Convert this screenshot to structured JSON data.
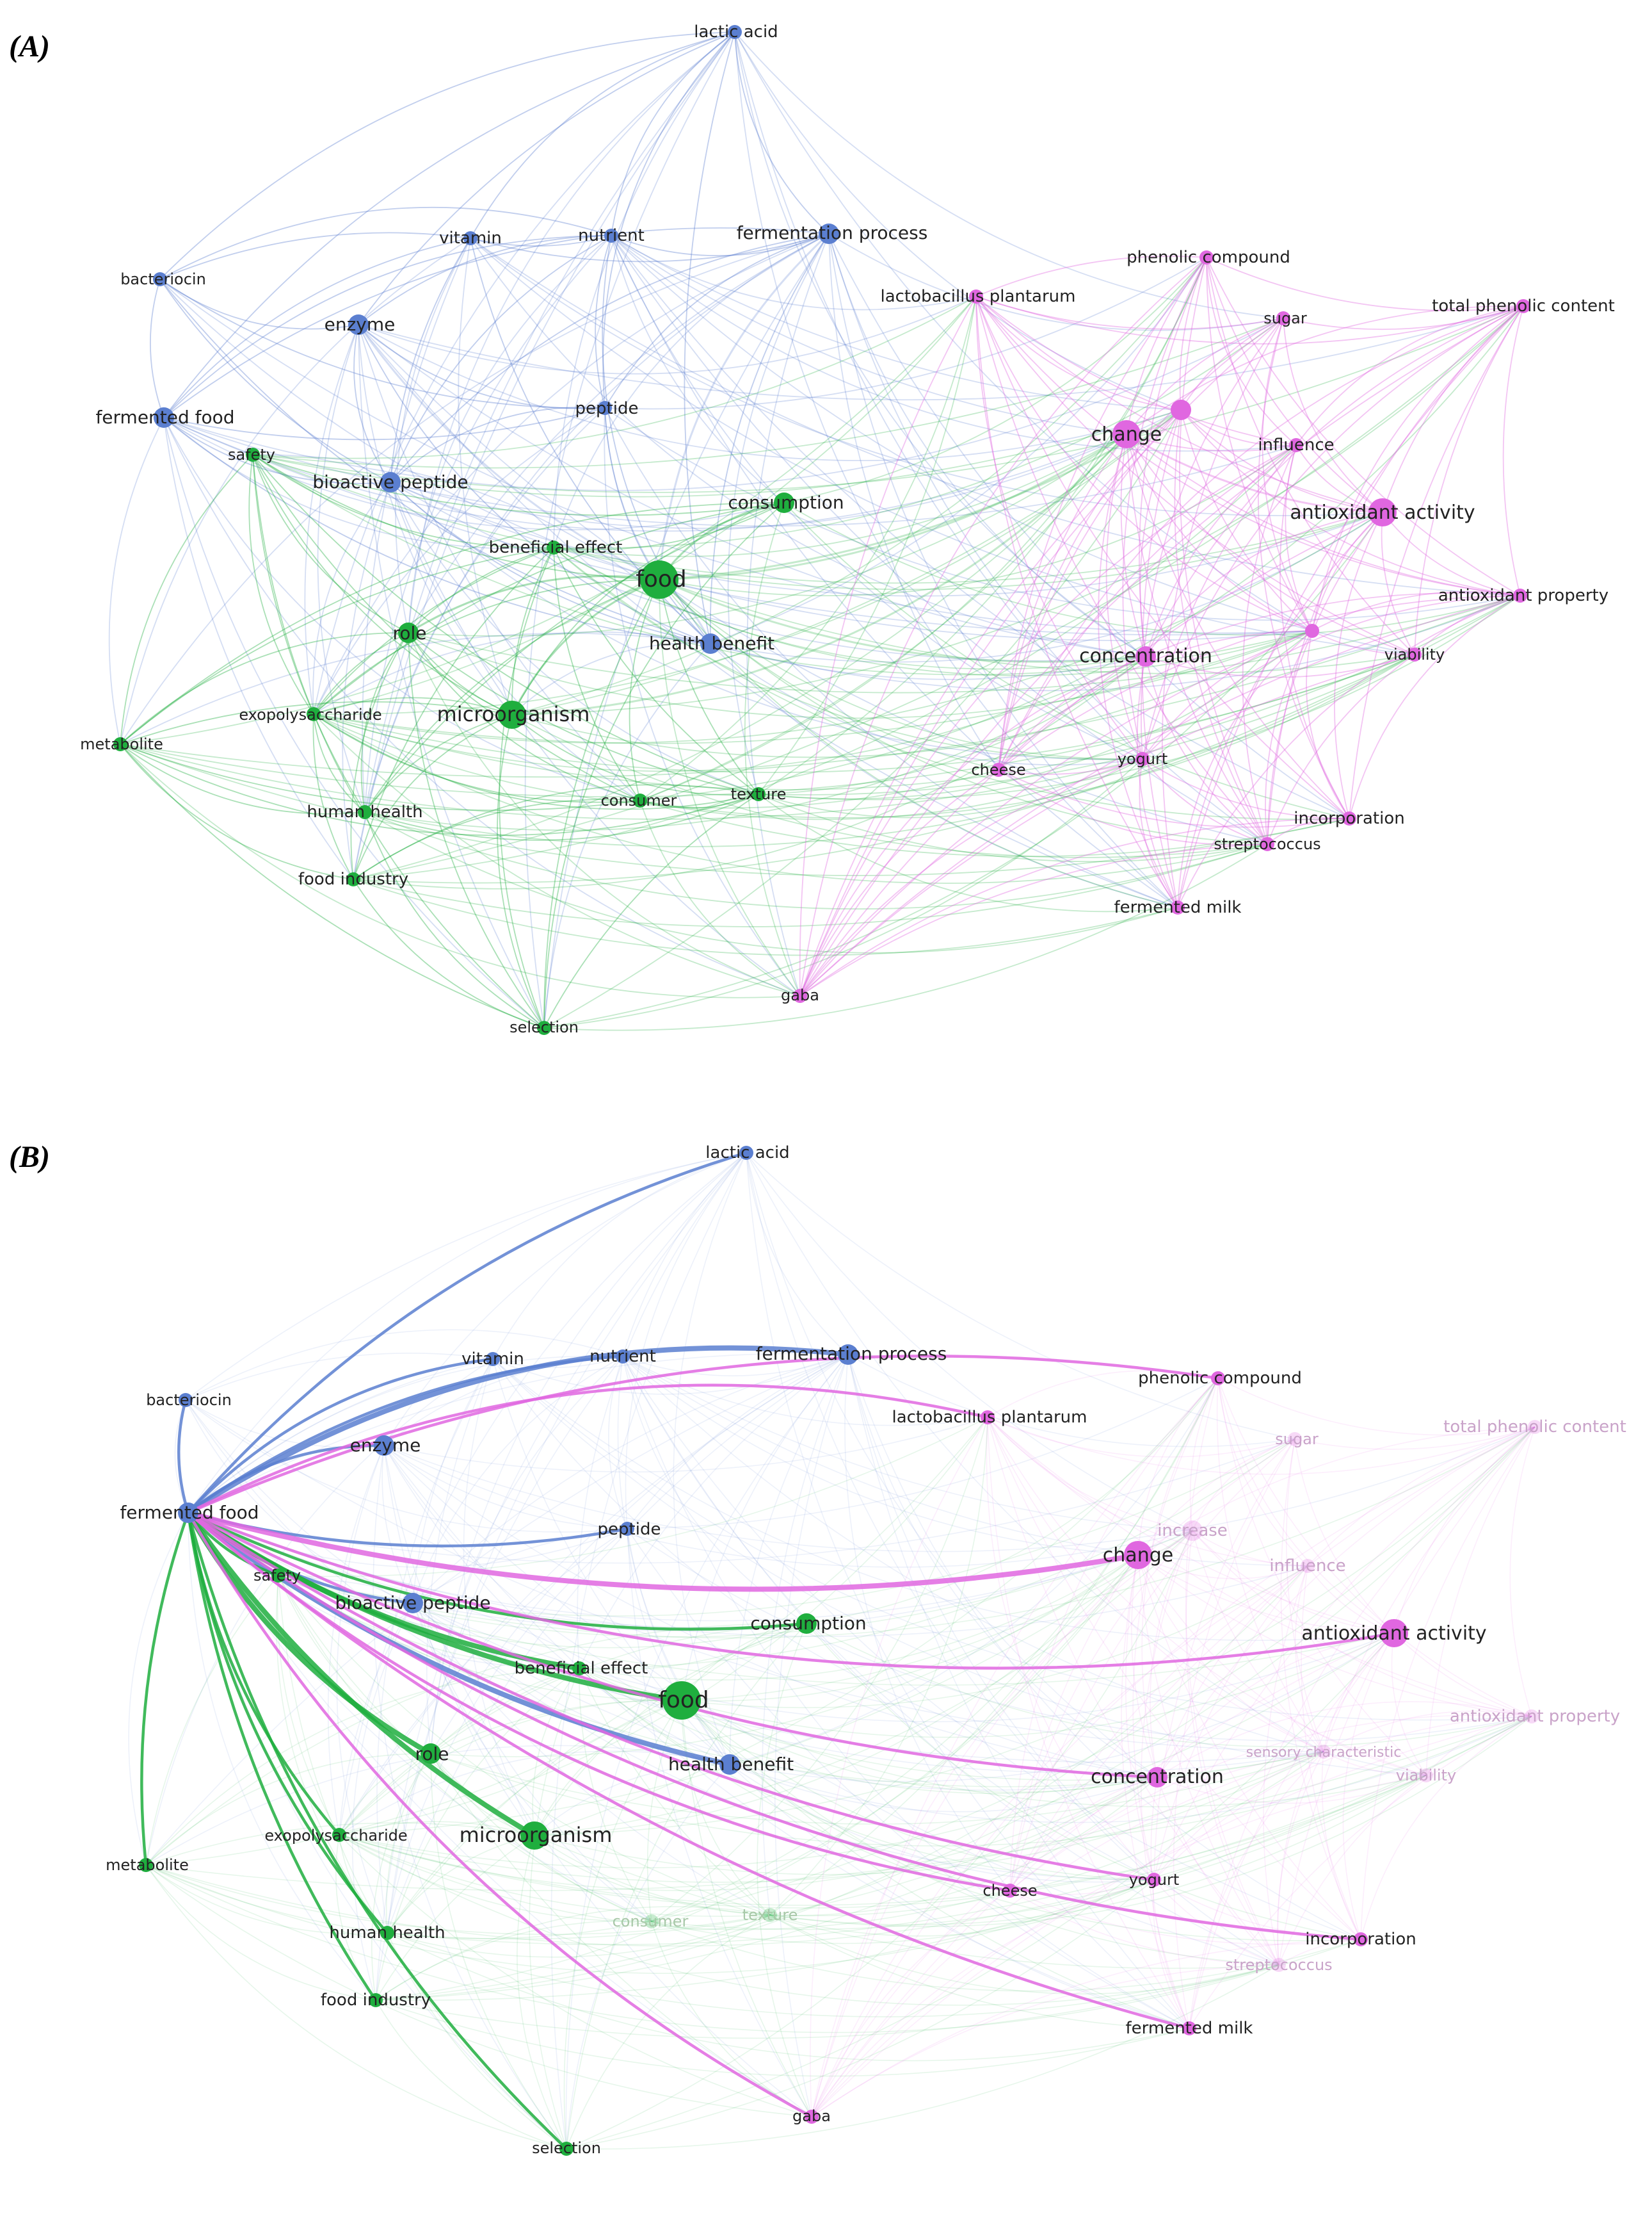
{
  "panels": [
    {
      "label": "(A)",
      "mode": "full",
      "focus": null,
      "clusters": {
        "blue": "#5b7fd0",
        "green": "#1fae3e",
        "pink": "#e067e0"
      },
      "nodes": [
        {
          "id": "lactic acid",
          "cluster": "blue",
          "size": 1
        },
        {
          "id": "vitamin",
          "cluster": "blue",
          "size": 1
        },
        {
          "id": "nutrient",
          "cluster": "blue",
          "size": 1
        },
        {
          "id": "fermentation process",
          "cluster": "blue",
          "size": 2
        },
        {
          "id": "bacteriocin",
          "cluster": "blue",
          "size": 1
        },
        {
          "id": "enzyme",
          "cluster": "blue",
          "size": 2
        },
        {
          "id": "fermented food",
          "cluster": "blue",
          "size": 2
        },
        {
          "id": "peptide",
          "cluster": "blue",
          "size": 1
        },
        {
          "id": "bioactive peptide",
          "cluster": "blue",
          "size": 2
        },
        {
          "id": "health benefit",
          "cluster": "blue",
          "size": 2
        },
        {
          "id": "safety",
          "cluster": "green",
          "size": 1
        },
        {
          "id": "beneficial effect",
          "cluster": "green",
          "size": 1
        },
        {
          "id": "consumption",
          "cluster": "green",
          "size": 2
        },
        {
          "id": "food",
          "cluster": "green",
          "size": 4
        },
        {
          "id": "role",
          "cluster": "green",
          "size": 2
        },
        {
          "id": "microorganism",
          "cluster": "green",
          "size": 3
        },
        {
          "id": "exopolysaccharide",
          "cluster": "green",
          "size": 1
        },
        {
          "id": "metabolite",
          "cluster": "green",
          "size": 1
        },
        {
          "id": "human health",
          "cluster": "green",
          "size": 1
        },
        {
          "id": "consumer",
          "cluster": "green",
          "size": 1
        },
        {
          "id": "texture",
          "cluster": "green",
          "size": 1
        },
        {
          "id": "food industry",
          "cluster": "green",
          "size": 1
        },
        {
          "id": "selection",
          "cluster": "green",
          "size": 1
        },
        {
          "id": "phenolic compound",
          "cluster": "pink",
          "size": 1
        },
        {
          "id": "lactobacillus plantarum",
          "cluster": "pink",
          "size": 1
        },
        {
          "id": "sugar",
          "cluster": "pink",
          "size": 1
        },
        {
          "id": "total phenolic content",
          "cluster": "pink",
          "size": 1
        },
        {
          "id": "change",
          "cluster": "pink",
          "size": 3
        },
        {
          "id": "increase",
          "cluster": "pink",
          "size": 2
        },
        {
          "id": "influence",
          "cluster": "pink",
          "size": 1
        },
        {
          "id": "antioxidant activity",
          "cluster": "pink",
          "size": 3
        },
        {
          "id": "antioxidant property",
          "cluster": "pink",
          "size": 1
        },
        {
          "id": "sensory characteristic",
          "cluster": "pink",
          "size": 1
        },
        {
          "id": "concentration",
          "cluster": "pink",
          "size": 2
        },
        {
          "id": "viability",
          "cluster": "pink",
          "size": 1
        },
        {
          "id": "cheese",
          "cluster": "pink",
          "size": 1
        },
        {
          "id": "yogurt",
          "cluster": "pink",
          "size": 1
        },
        {
          "id": "incorporation",
          "cluster": "pink",
          "size": 1
        },
        {
          "id": "streptococcus",
          "cluster": "pink",
          "size": 1
        },
        {
          "id": "fermented milk",
          "cluster": "pink",
          "size": 1
        },
        {
          "id": "gaba",
          "cluster": "pink",
          "size": 1
        }
      ],
      "labels": {
        "lactic acid": "lactic acid",
        "vitamin": "vitamin",
        "nutrient": "nutrient",
        "fermentation process": "fermentation process",
        "bacteriocin": "bacteriocin",
        "enzyme": "enzyme",
        "fermented food": "fermented food",
        "peptide": "peptide",
        "bioactive peptide": "bioactive peptide",
        "health benefit": "health benefit",
        "safety": "safety",
        "beneficial effect": "beneficial effect",
        "consumption": "consumption",
        "food": "food",
        "role": "role",
        "microorganism": "microorganism",
        "exopolysaccharide": "exopolysaccharide",
        "metabolite": "metabolite",
        "human health": "human health",
        "consumer": "consumer",
        "texture": "texture",
        "food industry": "food industry",
        "selection": "selection",
        "phenolic compound": "phenolic compound",
        "lactobacillus plantarum": "lactobacillus plantarum",
        "sugar": "sugar",
        "total phenolic content": "total phenolic content",
        "change": "change",
        "influence": "influence",
        "antioxidant activity": "antioxidant activity",
        "antioxidant property": "antioxidant property",
        "concentration": "concentration",
        "viability": "viability",
        "cheese": "cheese",
        "yogurt": "yogurt",
        "incorporation": "incorporation",
        "streptococcus": "streptococcus",
        "fermented milk": "fermented milk",
        "gaba": "gaba"
      }
    },
    {
      "label": "(B)",
      "mode": "focus",
      "focus": "fermented food",
      "labels": {
        "lactic acid": "lactic acid",
        "vitamin": "vitamin",
        "nutrient": "nutrient",
        "fermentation process": "fermentation process",
        "bacteriocin": "bacteriocin",
        "enzyme": "enzyme",
        "fermented food": "fermented food",
        "peptide": "peptide",
        "bioactive peptide": "bioactive peptide",
        "health benefit": "health benefit",
        "safety": "safety",
        "beneficial effect": "beneficial effect",
        "consumption": "consumption",
        "food": "food",
        "role": "role",
        "microorganism": "microorganism",
        "exopolysaccharide": "exopolysaccharide",
        "metabolite": "metabolite",
        "human health": "human health",
        "consumer": "consumer",
        "texture": "texture",
        "food industry": "food industry",
        "selection": "selection",
        "phenolic compound": "phenolic compound",
        "lactobacillus plantarum": "lactobacillus plantarum",
        "sugar": "sugar",
        "total phenolic content": "total phenolic content",
        "change": "change",
        "increase": "increase",
        "influence": "influence",
        "antioxidant activity": "antioxidant activity",
        "antioxidant property": "antioxidant property",
        "sensory characteristic": "sensory characteristic",
        "concentration": "concentration",
        "viability": "viability",
        "cheese": "cheese",
        "yogurt": "yogurt",
        "incorporation": "incorporation",
        "streptococcus": "streptococcus",
        "fermented milk": "fermented milk",
        "gaba": "gaba"
      },
      "focus_links": [
        "lactic acid",
        "vitamin",
        "nutrient",
        "fermentation process",
        "bacteriocin",
        "enzyme",
        "peptide",
        "bioactive peptide",
        "health benefit",
        "safety",
        "beneficial effect",
        "consumption",
        "food",
        "role",
        "microorganism",
        "exopolysaccharide",
        "metabolite",
        "human health",
        "food industry",
        "selection",
        "phenolic compound",
        "lactobacillus plantarum",
        "change",
        "antioxidant activity",
        "concentration",
        "cheese",
        "yogurt",
        "incorporation",
        "fermented milk",
        "gaba"
      ],
      "faded_nodes": [
        "sugar",
        "total phenolic content",
        "increase",
        "influence",
        "antioxidant property",
        "sensory characteristic",
        "viability",
        "streptococcus",
        "consumer",
        "texture"
      ]
    }
  ]
}
